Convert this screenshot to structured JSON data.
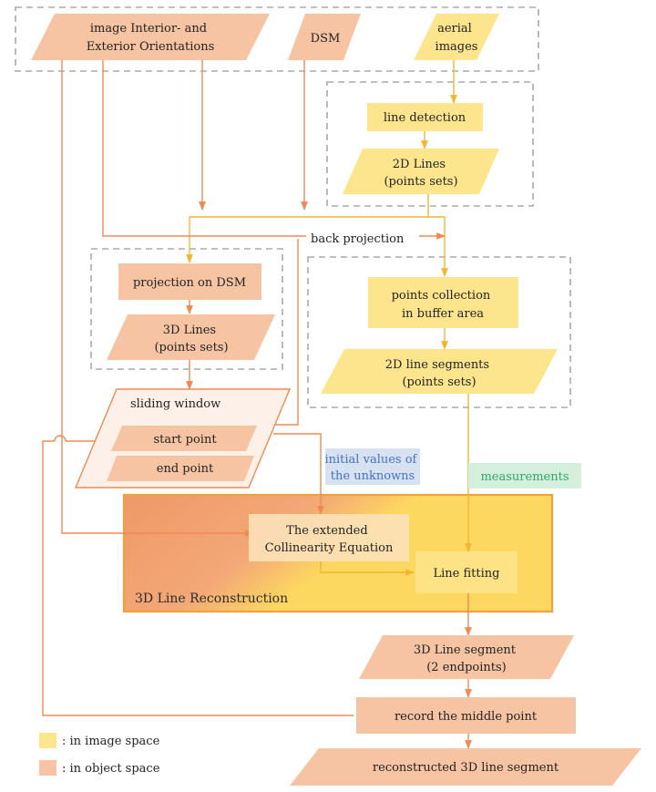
{
  "colors": {
    "image_space": "#FDE58D",
    "object_space": "#F6C4A2",
    "image_line": "#F2B630",
    "object_line": "#EF8A54",
    "dash": "#AAAAAA",
    "initial_label_bg": "#D6E1F1",
    "initial_label_text": "#4472C4",
    "measure_label_bg": "#D4F0DD",
    "measure_label_text": "#2EAA63",
    "reconstruction_border": "#F0A13A"
  },
  "nodes": {
    "orientations": [
      "image Interior- and",
      "Exterior Orientations"
    ],
    "dsm": "DSM",
    "aerial": [
      "aerial",
      "images"
    ],
    "line_detection": "line detection",
    "lines_2d": [
      "2D Lines",
      "(points sets)"
    ],
    "projection": "projection on DSM",
    "lines_3d": [
      "3D Lines",
      "(points sets)"
    ],
    "points_collection": [
      "points collection",
      "in buffer area"
    ],
    "segments_2d": [
      "2D line segments",
      "(points sets)"
    ],
    "sliding_window": "sliding window",
    "start_point": "start point",
    "end_point": "end point",
    "collinearity": [
      "The extended",
      "Collinearity Equation"
    ],
    "line_fitting": "Line fitting",
    "reconstruction_title": "3D Line Reconstruction",
    "segment_3d": [
      "3D Line segment",
      "(2 endpoints)"
    ],
    "middle_point": "record the middle point",
    "reconstructed": "reconstructed 3D line segment"
  },
  "labels": {
    "back_projection": "back projection",
    "initial_values": [
      "initial values of",
      "the unknowns"
    ],
    "measurements": "measurements"
  },
  "legend": [
    {
      "label": ": in image space",
      "color": "#FDE58D"
    },
    {
      "label": ": in object space",
      "color": "#F6C4A2"
    }
  ]
}
